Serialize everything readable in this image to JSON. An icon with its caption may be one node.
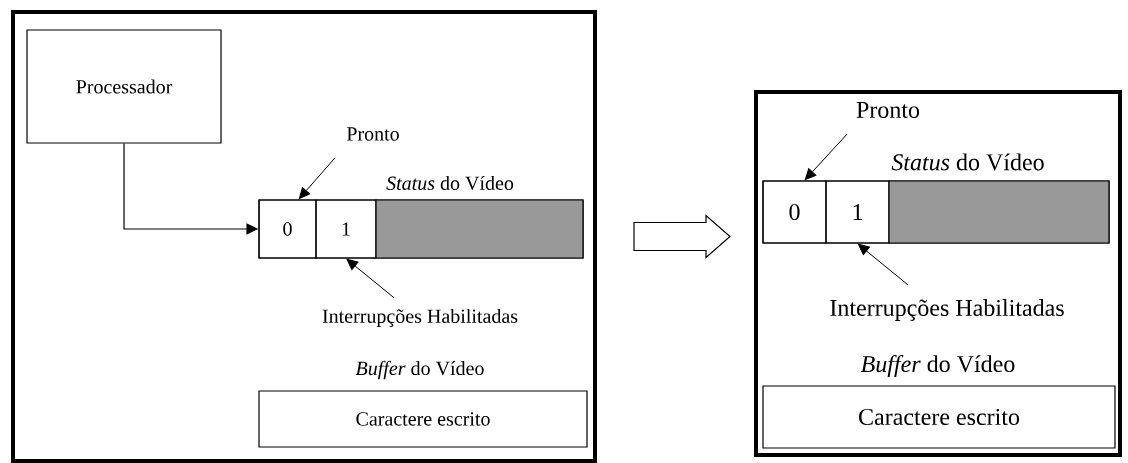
{
  "diagram": {
    "nodes": [
      {
        "text": [],
        "shape": "box"
      },
      {
        "text": [
          "Processador"
        ],
        "in": 0
      },
      {
        "text": [
          "*Status* do Vídeo"
        ],
        "in": 0
      },
      {
        "text": [
          "0"
        ],
        "in": 2
      },
      {
        "text": [
          "1"
        ],
        "in": 2
      },
      {
        "text": [],
        "shape": "box",
        "in": 2
      },
      {
        "text": [
          "Pronto"
        ],
        "in": 0
      },
      {
        "text": [
          "Interrupções Habilitadas"
        ],
        "in": 0
      },
      {
        "text": [
          "*Buffer* do Vídeo",
          "Caractere escrito"
        ],
        "in": 0
      },
      {
        "text": [],
        "shape": "box"
      },
      {
        "text": [
          "Pronto"
        ],
        "in": 9
      },
      {
        "text": [
          "*Status* do Vídeo"
        ],
        "in": 9
      },
      {
        "text": [
          "0"
        ],
        "in": 11
      },
      {
        "text": [
          "1"
        ],
        "in": 11
      },
      {
        "text": [],
        "shape": "box",
        "in": 11
      },
      {
        "text": [
          "Interrupções Habilitadas"
        ],
        "in": 9
      },
      {
        "text": [
          "*Buffer* do Vídeo",
          "Caractere escrito"
        ],
        "in": 9
      }
    ],
    "edges": [
      {
        "from": 1,
        "to": 2,
        "arrow": "to"
      },
      {
        "from": 6,
        "to": 3,
        "arrow": "to"
      },
      {
        "from": 7,
        "to": 4,
        "arrow": "to"
      },
      {
        "from": 0,
        "to": 9,
        "arrow": "to",
        "style": "thick"
      },
      {
        "from": 10,
        "to": 12,
        "arrow": "to"
      },
      {
        "from": 15,
        "to": 13,
        "arrow": "to"
      }
    ]
  }
}
